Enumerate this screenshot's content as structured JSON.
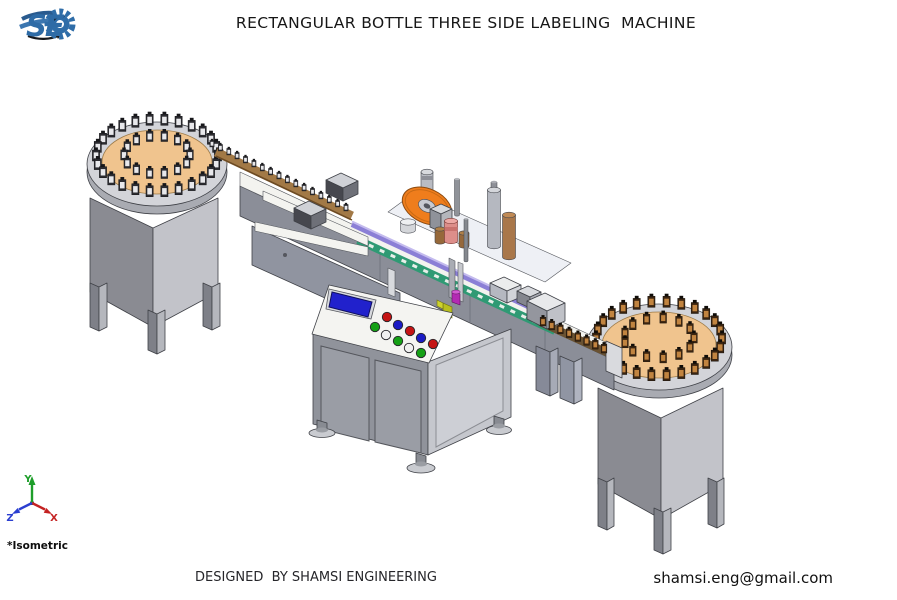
{
  "header": {
    "title": "RECTANGULAR BOTTLE THREE SIDE LABELING  MACHINE",
    "logo_text": "SE"
  },
  "footer": {
    "designed_by": "DESIGNED  BY SHAMSI ENGINEERING",
    "email": "shamsi.eng@gmail.com"
  },
  "axis_indicator": {
    "label": "*Isometric",
    "x_label": "X",
    "y_label": "Y",
    "z_label": "Z",
    "x_color": "#c42222",
    "y_color": "#1e9e2a",
    "z_color": "#2b3fd0"
  },
  "colors": {
    "background": "#ffffff",
    "cabinet_gray": "#90939b",
    "cabinet_gray_light": "#c5c7cd",
    "conveyor_frame": "#8b8e98",
    "cover_white": "#f3f3ef",
    "turntable_disc": "#f0c48e",
    "label_roll_orange": "#ef7d1c",
    "belt_green": "#2f9a74",
    "guide_rail_purple": "#8b7fd6",
    "hmi_screen_blue": "#2121cc",
    "button_red": "#c41414",
    "button_green": "#15a015",
    "button_blue": "#1b1bc4",
    "button_white": "#f0f0f0",
    "sensor_magenta": "#b32ab3",
    "bracket_yellow": "#b9bf1e",
    "bottle_dark": "#2b2b30",
    "bottle_face": "#e8e8eb",
    "bottle_amber": "#c18440",
    "bottle_amber_dark": "#3a2410"
  }
}
